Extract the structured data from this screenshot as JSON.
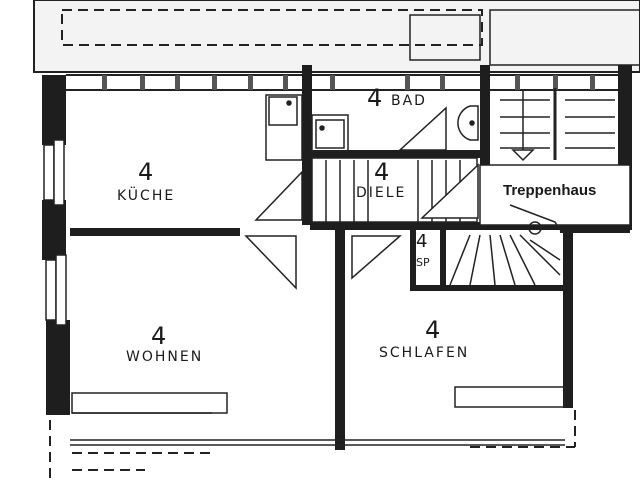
{
  "plan": {
    "rooms": [
      {
        "id": "kueche",
        "number": "4",
        "name": "KÜCHE"
      },
      {
        "id": "bad",
        "number": "4",
        "name": "BAD"
      },
      {
        "id": "diele",
        "number": "4",
        "name": "DIELE"
      },
      {
        "id": "wohnen",
        "number": "4",
        "name": "WOHNEN"
      },
      {
        "id": "schlafen",
        "number": "4",
        "name": "SCHLAFEN"
      },
      {
        "id": "sp",
        "number": "4",
        "name": "SP"
      }
    ],
    "stairwell_label": "Treppenhaus"
  }
}
